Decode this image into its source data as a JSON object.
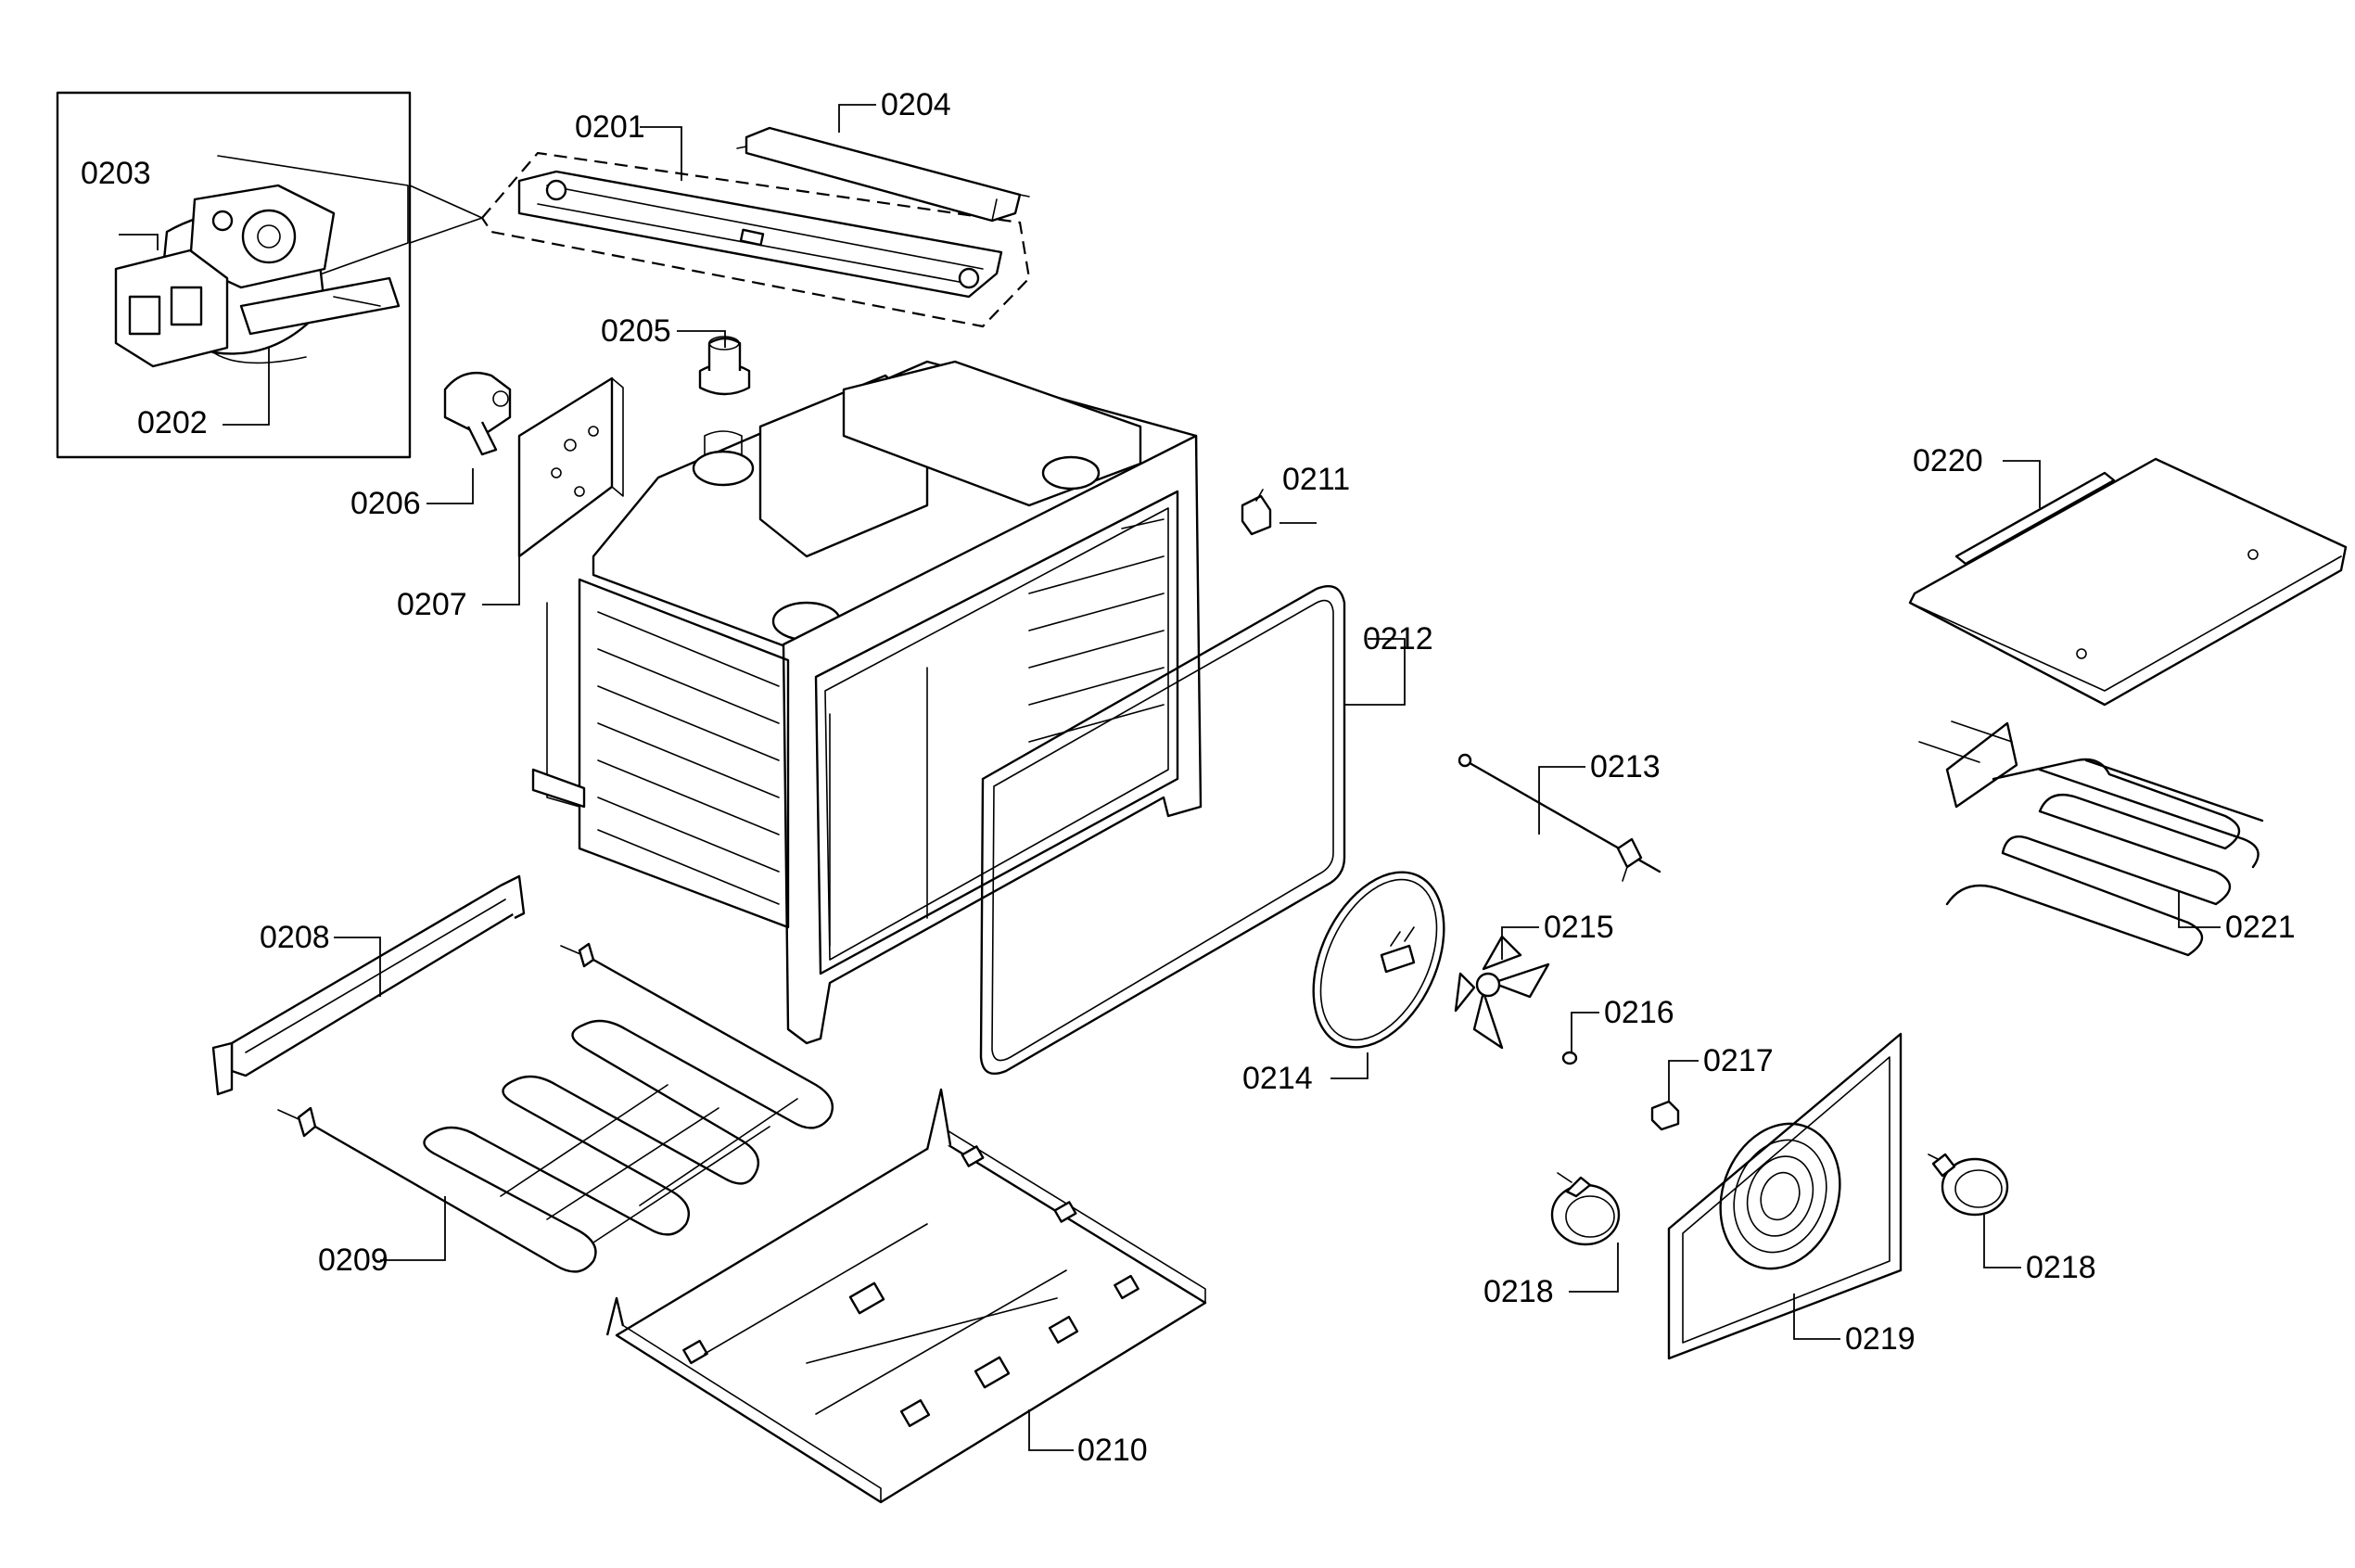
{
  "callouts": [
    {
      "id": "c0201",
      "text": "0201"
    },
    {
      "id": "c0202",
      "text": "0202"
    },
    {
      "id": "c0203",
      "text": "0203"
    },
    {
      "id": "c0204",
      "text": "0204"
    },
    {
      "id": "c0205",
      "text": "0205"
    },
    {
      "id": "c0206",
      "text": "0206"
    },
    {
      "id": "c0207",
      "text": "0207"
    },
    {
      "id": "c0208",
      "text": "0208"
    },
    {
      "id": "c0209",
      "text": "0209"
    },
    {
      "id": "c0210",
      "text": "0210"
    },
    {
      "id": "c0211",
      "text": "0211"
    },
    {
      "id": "c0212",
      "text": "0212"
    },
    {
      "id": "c0213",
      "text": "0213"
    },
    {
      "id": "c0214",
      "text": "0214"
    },
    {
      "id": "c0215",
      "text": "0215"
    },
    {
      "id": "c0216",
      "text": "0216"
    },
    {
      "id": "c0217",
      "text": "0217"
    },
    {
      "id": "c0218a",
      "text": "0218"
    },
    {
      "id": "c0218b",
      "text": "0218"
    },
    {
      "id": "c0219",
      "text": "0219"
    },
    {
      "id": "c0220",
      "text": "0220"
    },
    {
      "id": "c0221",
      "text": "0221"
    }
  ]
}
